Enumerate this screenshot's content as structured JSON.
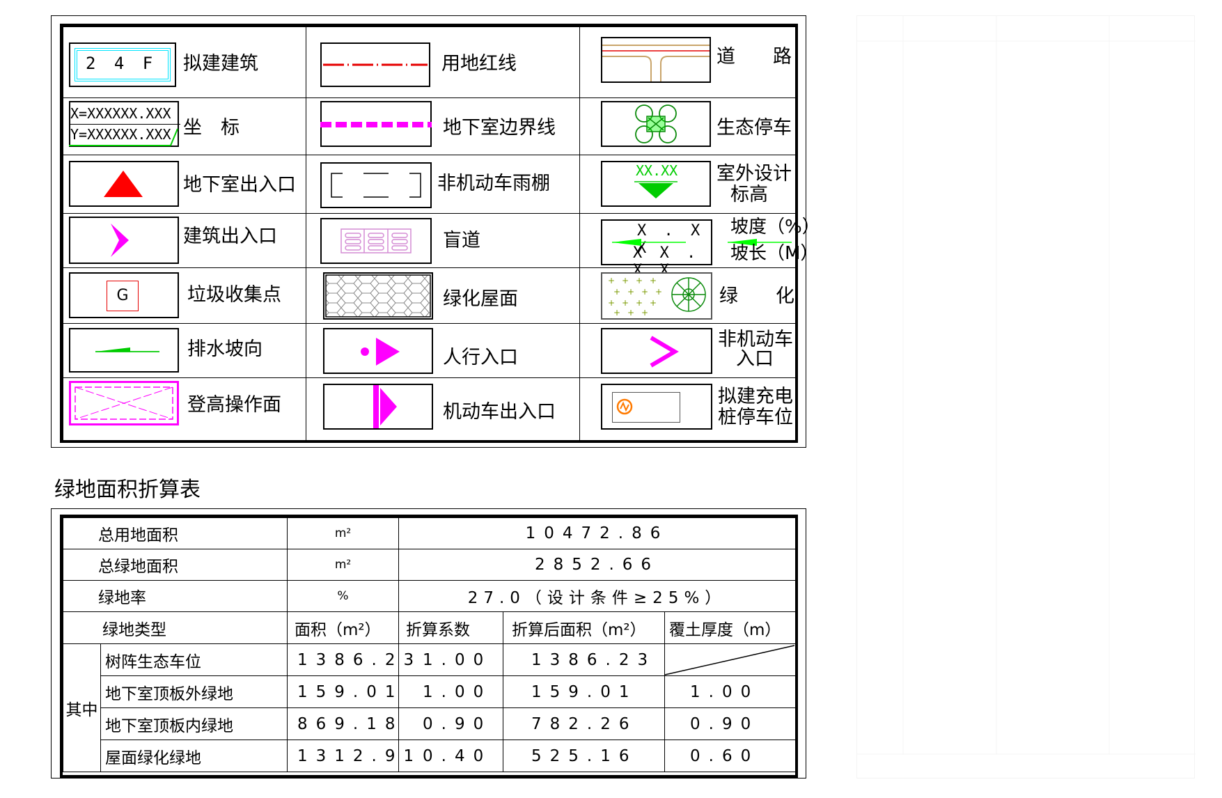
{
  "legend": {
    "items": [
      {
        "id": "proposed-building",
        "symbol_text": "2 4 F",
        "label": "拟建建筑"
      },
      {
        "id": "site-red-line",
        "label": "用地红线"
      },
      {
        "id": "road",
        "label": "道　　路"
      },
      {
        "id": "coordinate",
        "symbol_text_1": "X=XXXXXX.XXX",
        "symbol_text_2": "Y=XXXXXX.XXX",
        "label": "坐　标"
      },
      {
        "id": "basement-boundary",
        "label": "地下室边界线"
      },
      {
        "id": "eco-parking",
        "label": "生态停车"
      },
      {
        "id": "basement-entrance",
        "label": "地下室出入口"
      },
      {
        "id": "bicycle-canopy",
        "label": "非机动车雨棚"
      },
      {
        "id": "outdoor-elevation",
        "symbol_text": "XX.XX",
        "label_1": "室外设计",
        "label_2": "标高"
      },
      {
        "id": "building-entrance",
        "label": "建筑出入口"
      },
      {
        "id": "tactile-path",
        "label": "盲道"
      },
      {
        "id": "slope",
        "symbol_text_1": "X . X X",
        "symbol_text_2": "X X . X X",
        "label_1": "坡度（%）",
        "label_2": "坡长（M）"
      },
      {
        "id": "garbage-point",
        "symbol_text": "G",
        "label": "垃圾收集点"
      },
      {
        "id": "green-roof",
        "label": "绿化屋面"
      },
      {
        "id": "greenery",
        "label": "绿　　化"
      },
      {
        "id": "drainage-slope",
        "label": "排水坡向"
      },
      {
        "id": "pedestrian-entrance",
        "label": "人行入口"
      },
      {
        "id": "bicycle-entrance",
        "label_1": "非机动车",
        "label_2": "入口"
      },
      {
        "id": "fire-operation-area",
        "label": "登高操作面"
      },
      {
        "id": "vehicle-entrance",
        "label": "机动车出入口"
      },
      {
        "id": "charging-parking",
        "label_1": "拟建充电",
        "label_2": "桩停车位"
      }
    ],
    "colors": {
      "red_line": "#e60000",
      "basement_line": "#ff00ff",
      "tactile": "#d48bd4",
      "eco_green": "#0a8a0a",
      "elevation_green": "#00cc00",
      "slope_green": "#00ff00",
      "charging_orange": "#ff7a00",
      "road_tan": "#c9a46a",
      "building_cyan": "#00e5ff"
    }
  },
  "green_table": {
    "title": "绿地面积折算表",
    "summary": [
      {
        "label": "总用地面积",
        "unit": "m²",
        "value": "10472.86"
      },
      {
        "label": "总绿地面积",
        "unit": "m²",
        "value": "2852.66"
      },
      {
        "label": "绿地率",
        "unit": "%",
        "value": "27.0（设计条件≥25%）"
      }
    ],
    "headers": {
      "type": "绿地类型",
      "area": "面积（m²）",
      "coef": "折算系数",
      "converted": "折算后面积（m²）",
      "soil": "覆土厚度（m）"
    },
    "group_label": "其中",
    "rows": [
      {
        "type": "树阵生态车位",
        "area": "1386.23",
        "coef": "1.00",
        "converted": "1386.23",
        "soil": ""
      },
      {
        "type": "地下室顶板外绿地",
        "area": "159.01",
        "coef": "1.00",
        "converted": "159.01",
        "soil": "1.00"
      },
      {
        "type": "地下室顶板内绿地",
        "area": "869.18",
        "coef": "0.90",
        "converted": "782.26",
        "soil": "0.90"
      },
      {
        "type": "屋面绿化绿地",
        "area": "1312.91",
        "coef": "0.40",
        "converted": "525.16",
        "soil": "0.60"
      }
    ]
  }
}
